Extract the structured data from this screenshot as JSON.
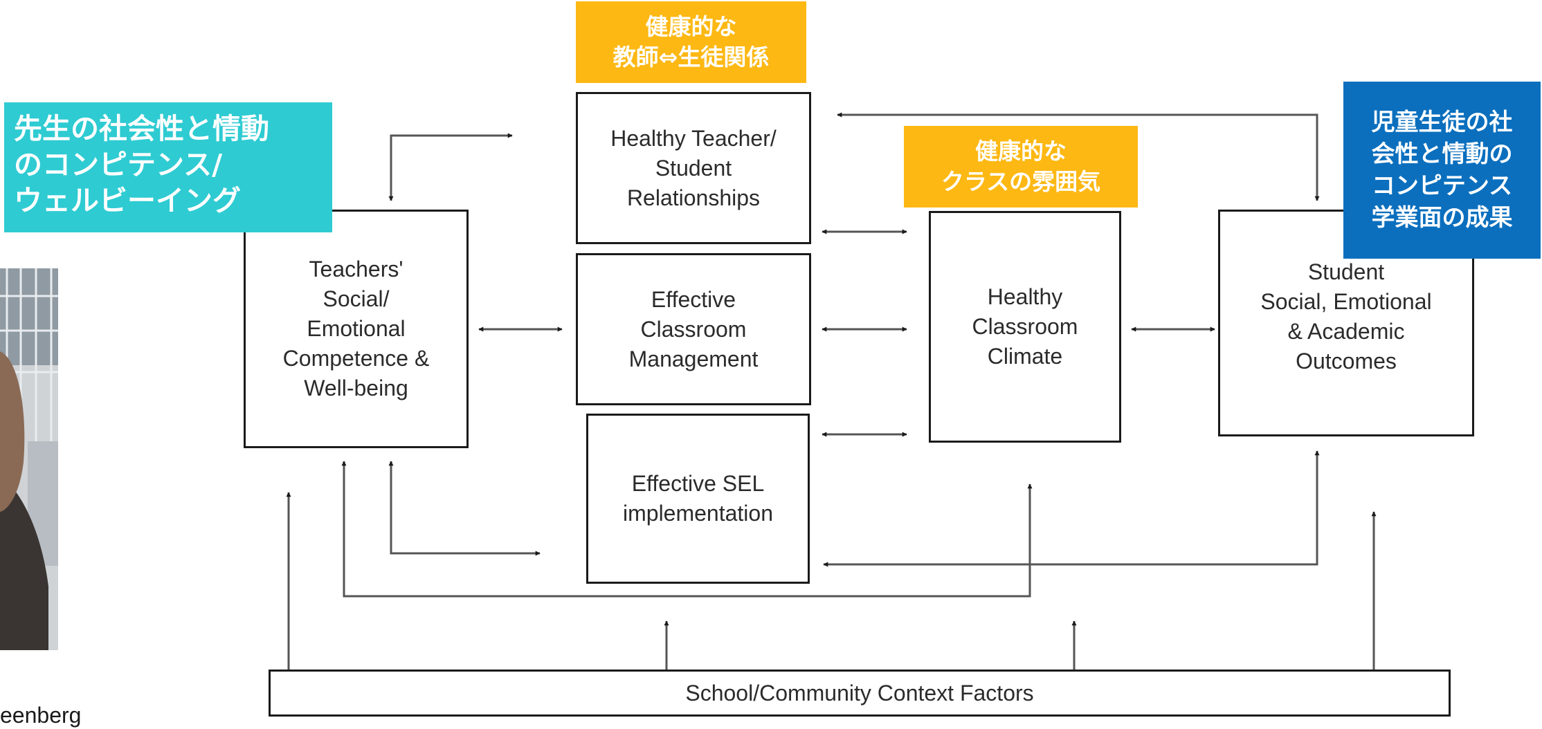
{
  "diagram": {
    "boxes": {
      "teachers": "Teachers'\nSocial/\nEmotional\nCompetence &\nWell-being",
      "relationships": "Healthy Teacher/\nStudent\nRelationships",
      "management": "Effective\nClassroom\nManagement",
      "sel": "Effective SEL\nimplementation",
      "climate": "Healthy\nClassroom\nClimate",
      "outcomes": "Student\nSocial, Emotional\n& Academic\nOutcomes",
      "context": "School/Community Context Factors"
    },
    "labels": {
      "relationships_jp": "健康的な\n教師⇔生徒関係",
      "teachers_jp": "先生の社会性と情動\nのコンピテンス/\nウェルビーイング",
      "climate_jp": "健康的な\nクラスの雰囲気",
      "outcomes_jp": "児童生徒の社\n会性と情動の\nコンピテンス\n学業面の成果"
    },
    "colors": {
      "orange": "#FDB813",
      "teal": "#2ECBD2",
      "blue": "#0B6FBE"
    }
  },
  "photo": {
    "caption": "eenberg"
  }
}
